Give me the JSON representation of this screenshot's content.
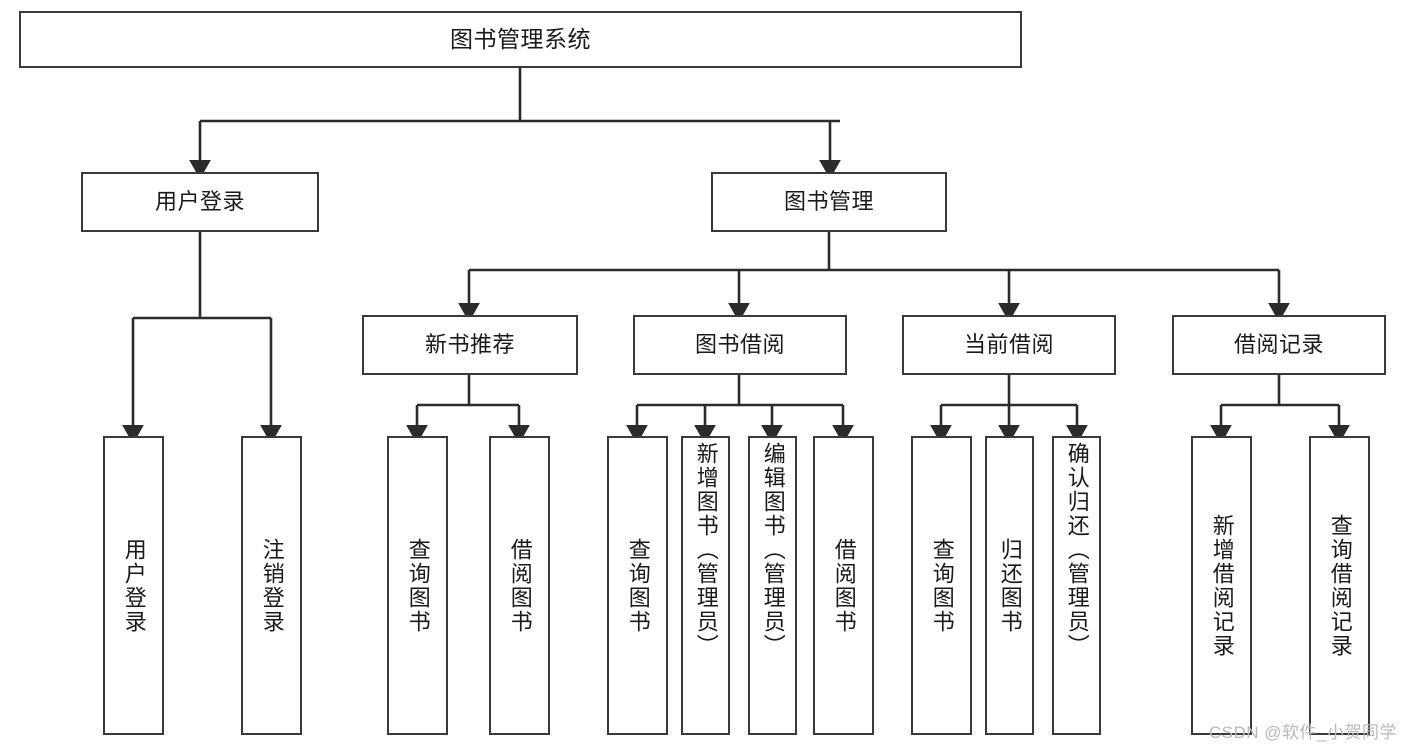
{
  "diagram": {
    "title": "图书管理系统",
    "watermark": "CSDN @软件_小贺同学",
    "colors": {
      "box_border": "#3a3a3a",
      "box_fill": "#ffffff",
      "connector": "#2b2b2b",
      "text": "#1a1a1a",
      "watermark": "#b9b9b9"
    },
    "nodes": {
      "root": "图书管理系统",
      "user_login": "用户登录",
      "book_manage": "图书管理",
      "new_book_rec": "新书推荐",
      "book_borrow": "图书借阅",
      "current_borrow": "当前借阅",
      "borrow_record": "借阅记录",
      "leaf_user_login": "用户登录",
      "leaf_logout_login": "注销登录",
      "leaf_query_book_a": "查询图书",
      "leaf_borrow_book_a": "借阅图书",
      "leaf_query_book_b": "查询图书",
      "leaf_add_book_admin": "新增图书（管理员）",
      "leaf_edit_book_admin": "编辑图书（管理员）",
      "leaf_borrow_book_b": "借阅图书",
      "leaf_query_book_c": "查询图书",
      "leaf_return_book": "归还图书",
      "leaf_confirm_return_admin": "确认归还（管理员）",
      "leaf_add_borrow_record": "新增借阅记录",
      "leaf_query_borrow_record": "查询借阅记录"
    }
  }
}
